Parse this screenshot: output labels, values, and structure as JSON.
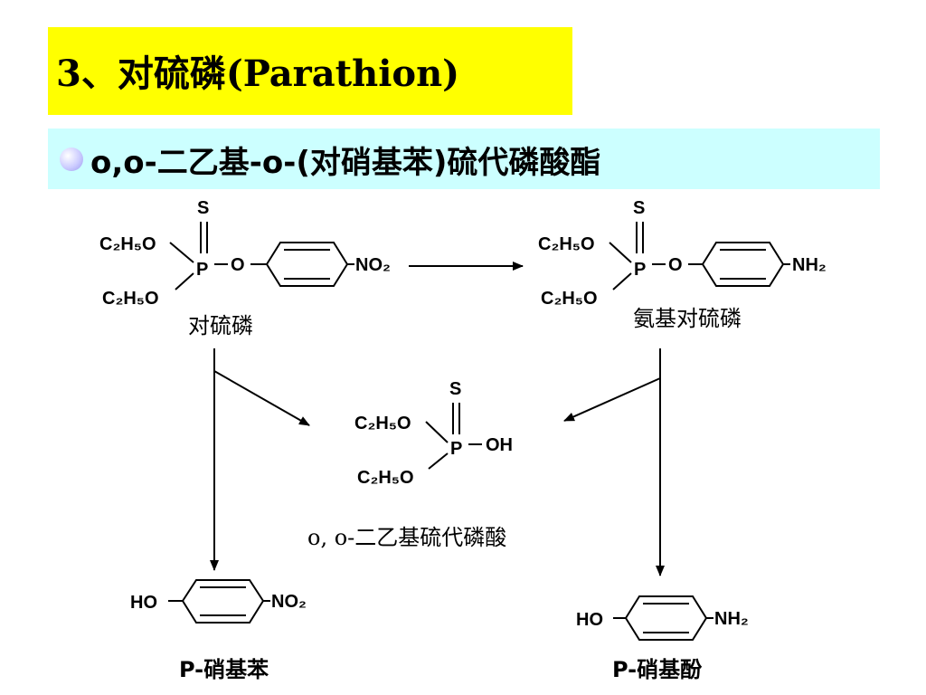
{
  "title": "3、对硫磷(Parathion)",
  "bullet_text": "o,o-二乙基-o-(对硝基苯)硫代磷酸酯",
  "structures": {
    "parathion": {
      "s": "S",
      "ethoxy1": "C₂H₅O",
      "ethoxy2": "C₂H₅O",
      "p": "P",
      "o": "O",
      "substituent": "NO₂",
      "label": "对硫磷"
    },
    "aminoparathion": {
      "s": "S",
      "ethoxy1": "C₂H₅O",
      "ethoxy2": "C₂H₅O",
      "p": "P",
      "o": "O",
      "substituent": "NH₂",
      "label": "氨基对硫磷"
    },
    "diethyl_thiophosphoric_acid": {
      "s": "S",
      "ethoxy1": "C₂H₅O",
      "ethoxy2": "C₂H₅O",
      "p": "P",
      "oh": "OH",
      "label": "o, o-二乙基硫代磷酸"
    },
    "p_nitrophenol": {
      "ho": "HO",
      "substituent": "NO₂",
      "label": "P-硝基苯"
    },
    "p_aminophenol": {
      "ho": "HO",
      "substituent": "NH₂",
      "label": "P-硝基酚"
    }
  }
}
